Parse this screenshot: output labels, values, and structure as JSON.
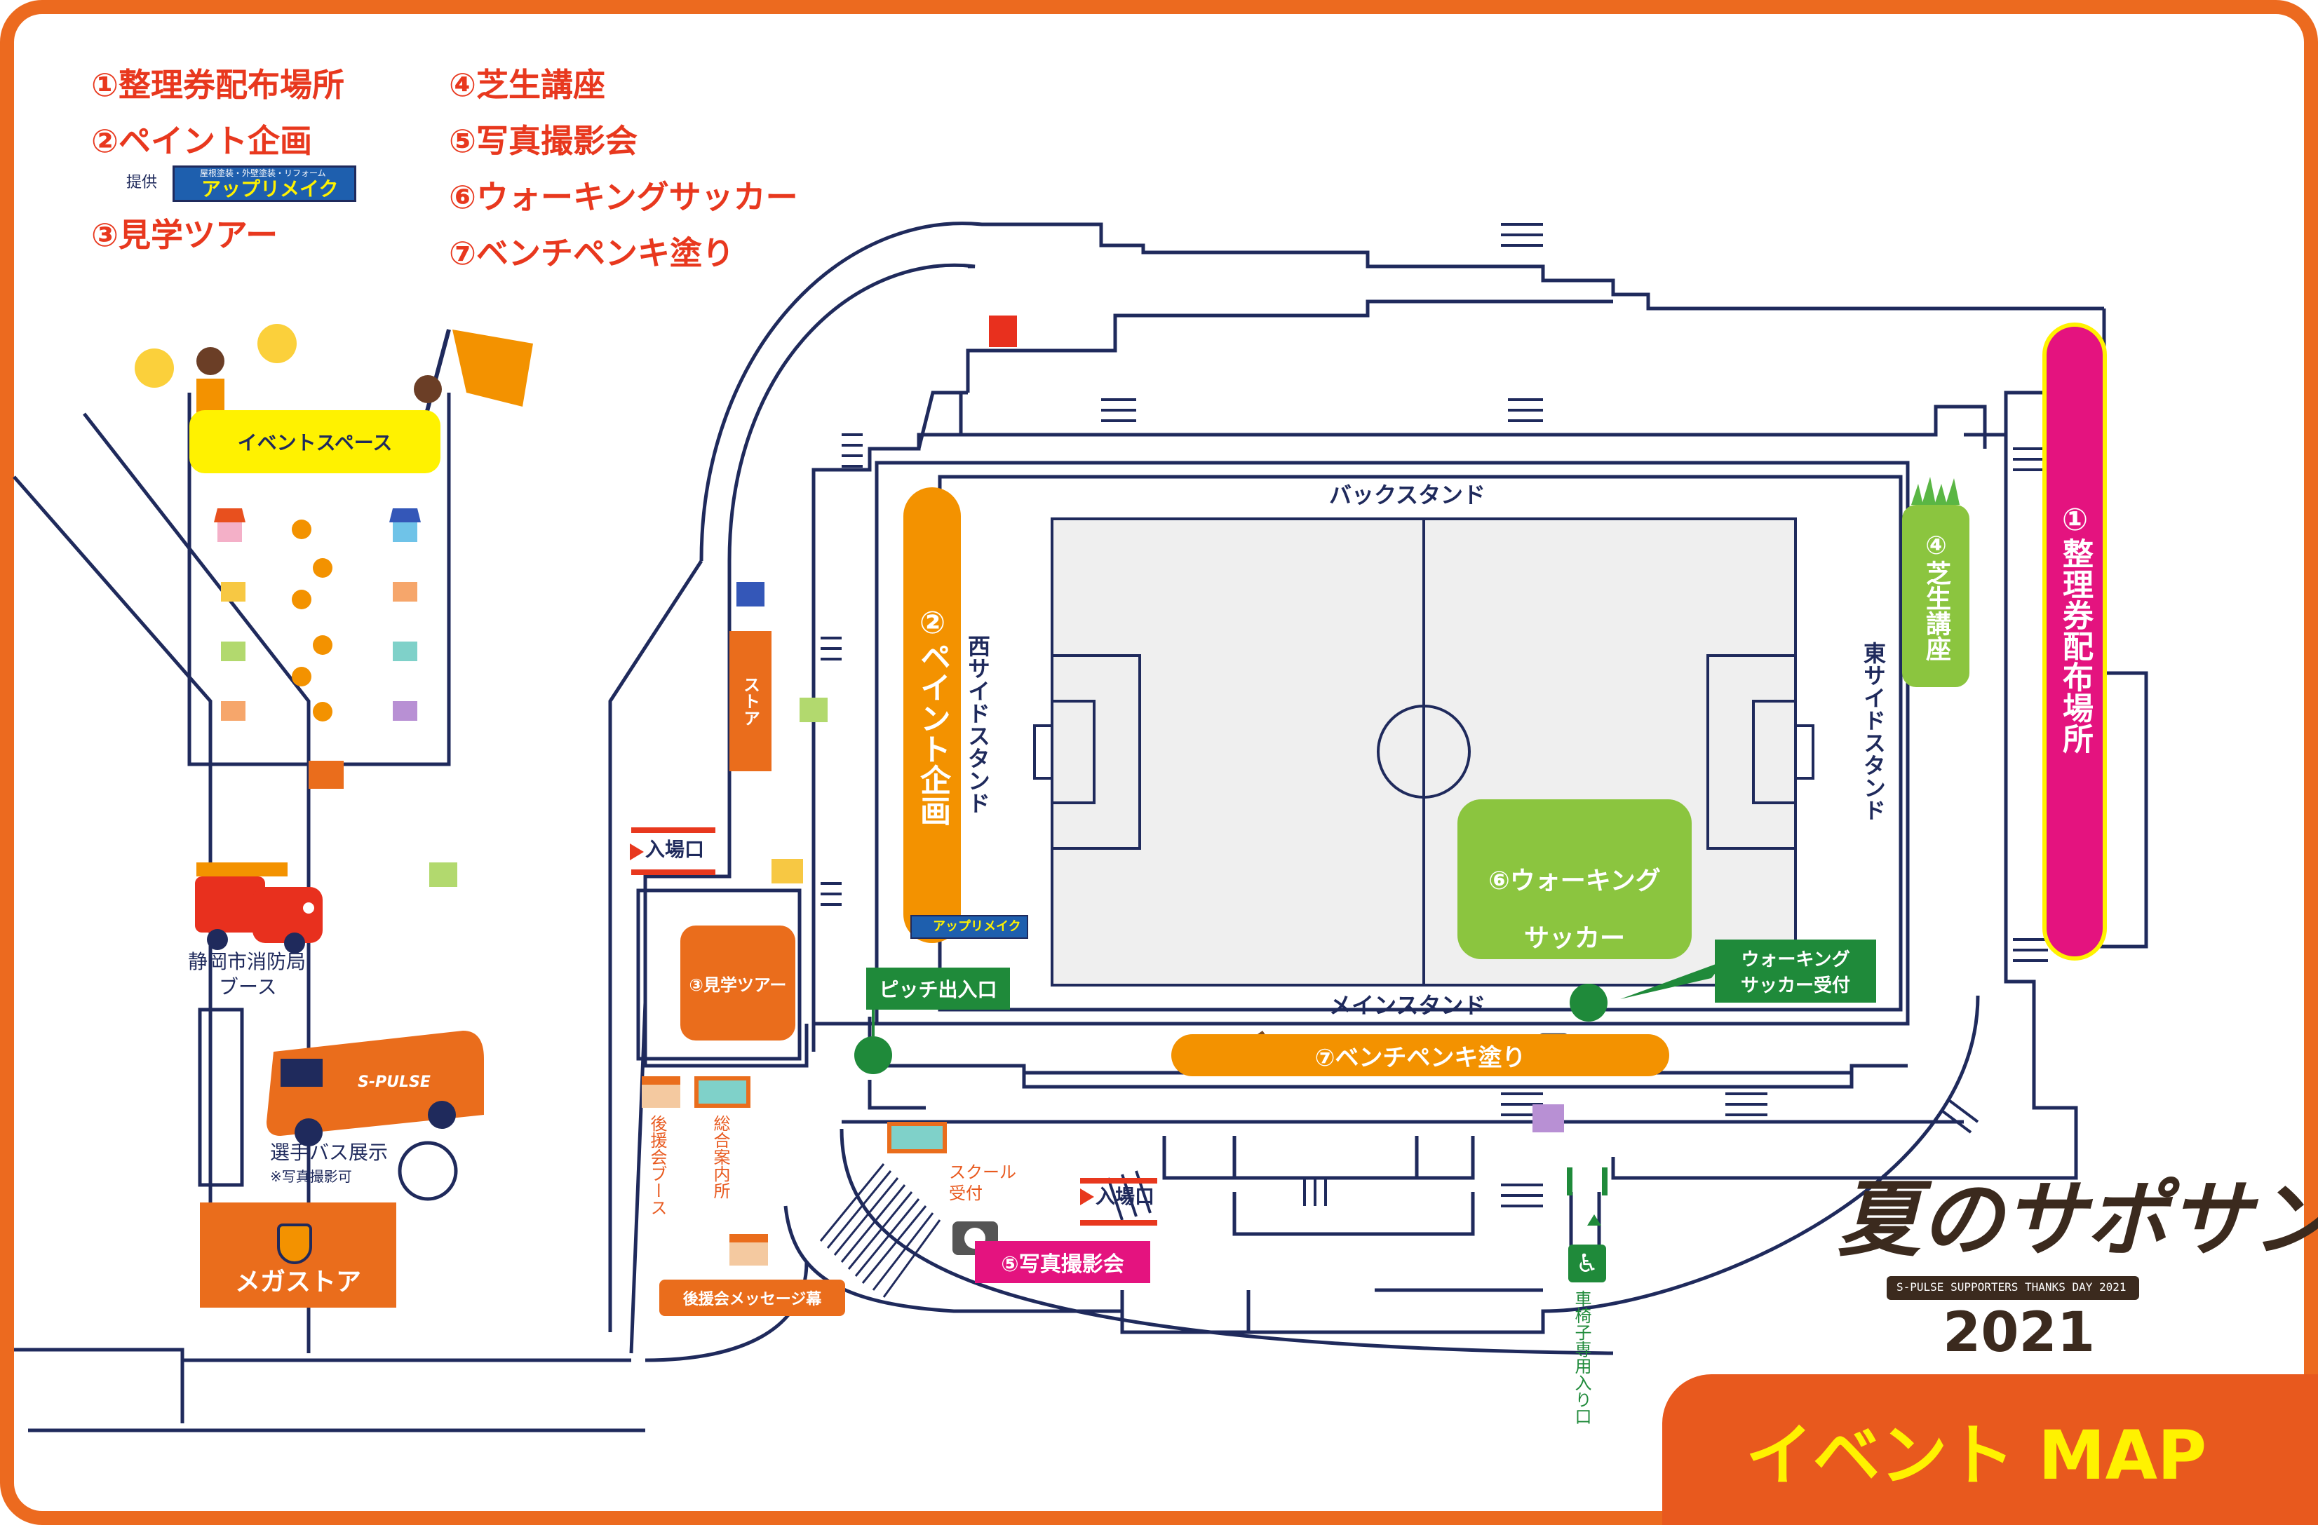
{
  "legend": {
    "items": [
      "①整理券配布場所",
      "②ペイント企画",
      "③見学ツアー",
      "④芝生講座",
      "⑤写真撮影会",
      "⑥ウォーキングサッカー",
      "⑦ベンチペンキ塗り"
    ],
    "sponsor_prefix": "提供",
    "sponsor_name": "アップリメイク",
    "sponsor_tagline": "屋根塗装・外壁塗装・リフォーム"
  },
  "stands": {
    "back": "バックスタンド",
    "main": "メインスタンド",
    "west": "西サイドスタンド",
    "east": "東サイドスタンド"
  },
  "events": {
    "ticket": "①整理券配布場所",
    "paint": "②ペイント企画",
    "tour": "③見学ツアー",
    "turf": "④芝生講座",
    "photo": "⑤写真撮影会",
    "walking_line1": "⑥ウォーキング",
    "walking_line2": "サッカー",
    "bench": "⑦ベンチペンキ塗り"
  },
  "areas": {
    "event_space": "イベントスペース",
    "fire_dept_line1": "静岡市消防局",
    "fire_dept_line2": "ブース",
    "bus_label": "選手バス展示",
    "bus_note": "※写真撮影可",
    "mega_store": "メガストア",
    "store": "ストア",
    "entrance": "入場口",
    "pitch_gate": "ピッチ出入口",
    "walking_reception_line1": "ウォーキング",
    "walking_reception_line2": "サッカー受付",
    "supporters_booth": "後援会ブース",
    "info_center": "総合案内所",
    "school_reception_line1": "スクール",
    "school_reception_line2": "受付",
    "message_banner": "後援会メッセージ幕",
    "wheelchair_entrance": "車椅子専用入り口",
    "bus_plate": "S-PULSE"
  },
  "title": {
    "logo": "夏のサポサン!",
    "subtitle": "S-PULSE SUPPORTERS THANKS DAY 2021",
    "year": "2021",
    "badge": "イベント MAP"
  },
  "colors": {
    "frame_orange": "#ec6a1f",
    "navy": "#1f2a5c",
    "magenta": "#e4137f",
    "yellow": "#fff200",
    "green_event": "#8bc53f",
    "dark_green": "#1f8a3a",
    "orange_box": "#ea6d1c",
    "bench_orange": "#f39200"
  }
}
